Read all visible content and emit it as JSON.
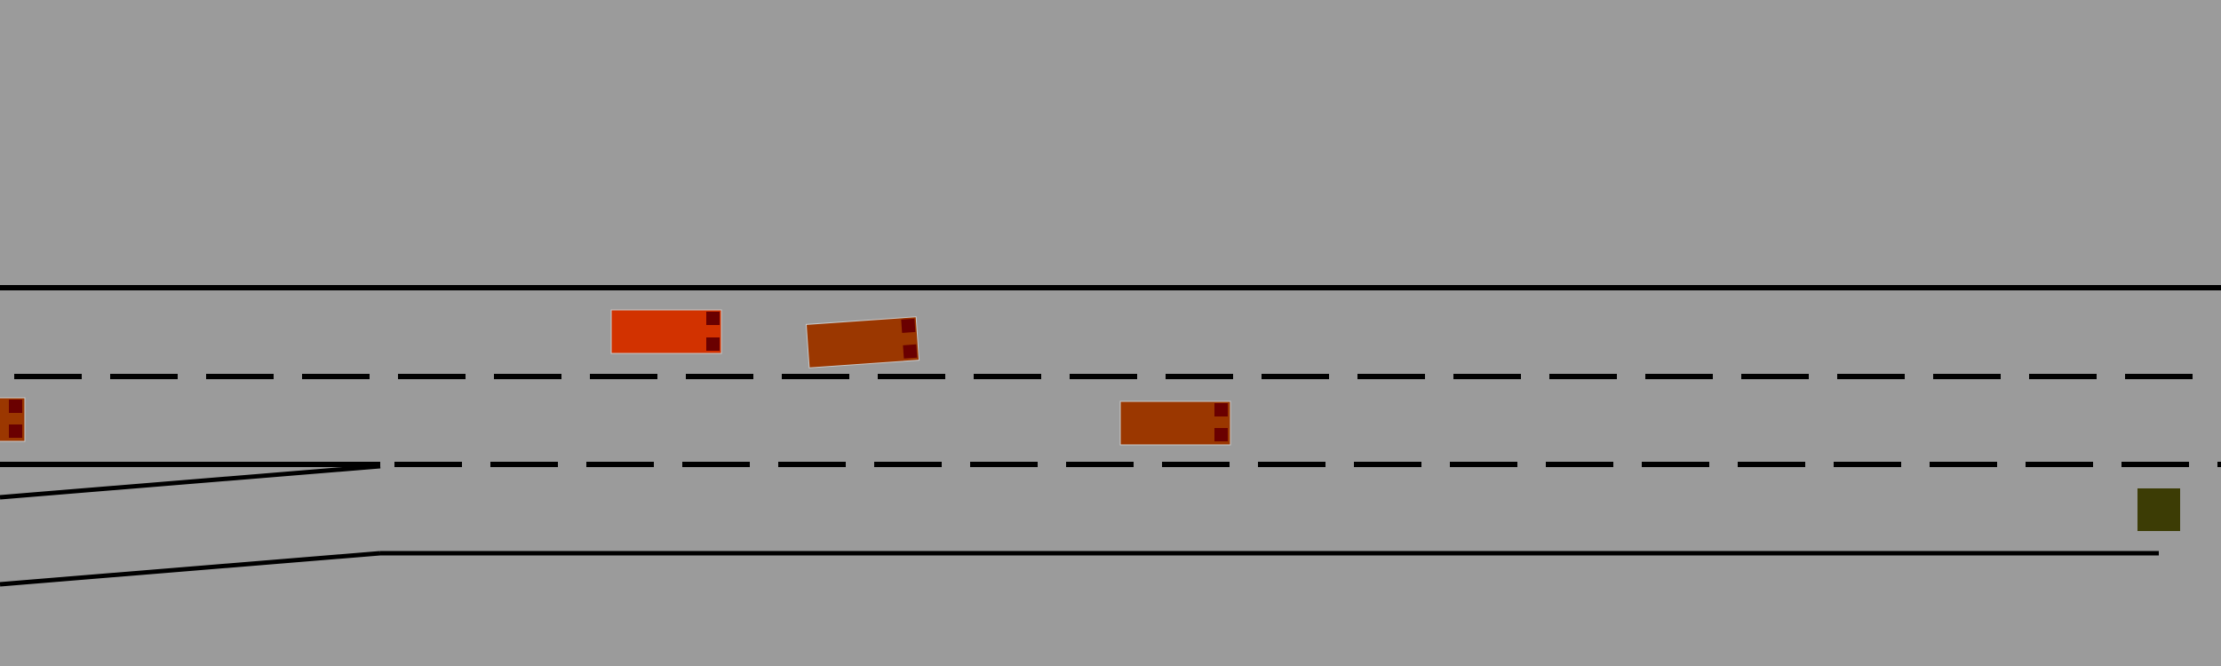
{
  "scene": {
    "type": "highway-merge-simulation",
    "colors": {
      "background": "#9b9b9b",
      "lane_line": "#000000",
      "ego_vehicle": "#d23200",
      "other_vehicle": "#9b3700",
      "vehicle_marker": "#6a0000",
      "goal": "#3c3c05"
    },
    "lanes": {
      "main_road_lanes": 3,
      "merge_lane": true,
      "goal_marker": true
    },
    "vehicles": [
      {
        "id": "ego",
        "role": "ego",
        "lane": 1,
        "heading_deg": 0
      },
      {
        "id": "car-2",
        "role": "other",
        "lane": 1,
        "heading_deg": -4
      },
      {
        "id": "car-3",
        "role": "other",
        "lane": 2,
        "heading_deg": 0
      },
      {
        "id": "car-4",
        "role": "other",
        "lane": 2,
        "heading_deg": 0
      }
    ]
  }
}
